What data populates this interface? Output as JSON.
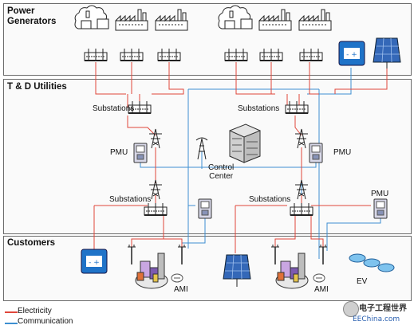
{
  "sections": {
    "power_generators": "Power\nGenerators",
    "td_utilities": "T & D Utilities",
    "customers": "Customers"
  },
  "labels": {
    "substations_left": "Substations",
    "substations_right": "Substations",
    "substations_lower_left": "Substations",
    "substations_lower_right": "Substations",
    "pmu_left": "PMU",
    "pmu_right": "PMU",
    "pmu_lower_right": "PMU",
    "control_center": "Control\nCenter",
    "ami_left": "AMI",
    "ami_right": "AMI",
    "ev": "EV"
  },
  "legend": {
    "electricity": "Electricity",
    "communication": "Communication",
    "electricity_color": "#e0463a",
    "communication_color": "#3d8fd1"
  },
  "watermark": {
    "line1": "电子工程世界",
    "line2": "EEChina.com"
  },
  "icons": [
    "power-plant-icon",
    "factory-icon",
    "substation-icon",
    "battery-icon",
    "solar-panel-icon",
    "transmission-tower-icon",
    "pmu-meter-icon",
    "radio-tower-icon",
    "control-center-building-icon",
    "house-icon",
    "smart-meter-icon",
    "electric-vehicle-icon"
  ]
}
